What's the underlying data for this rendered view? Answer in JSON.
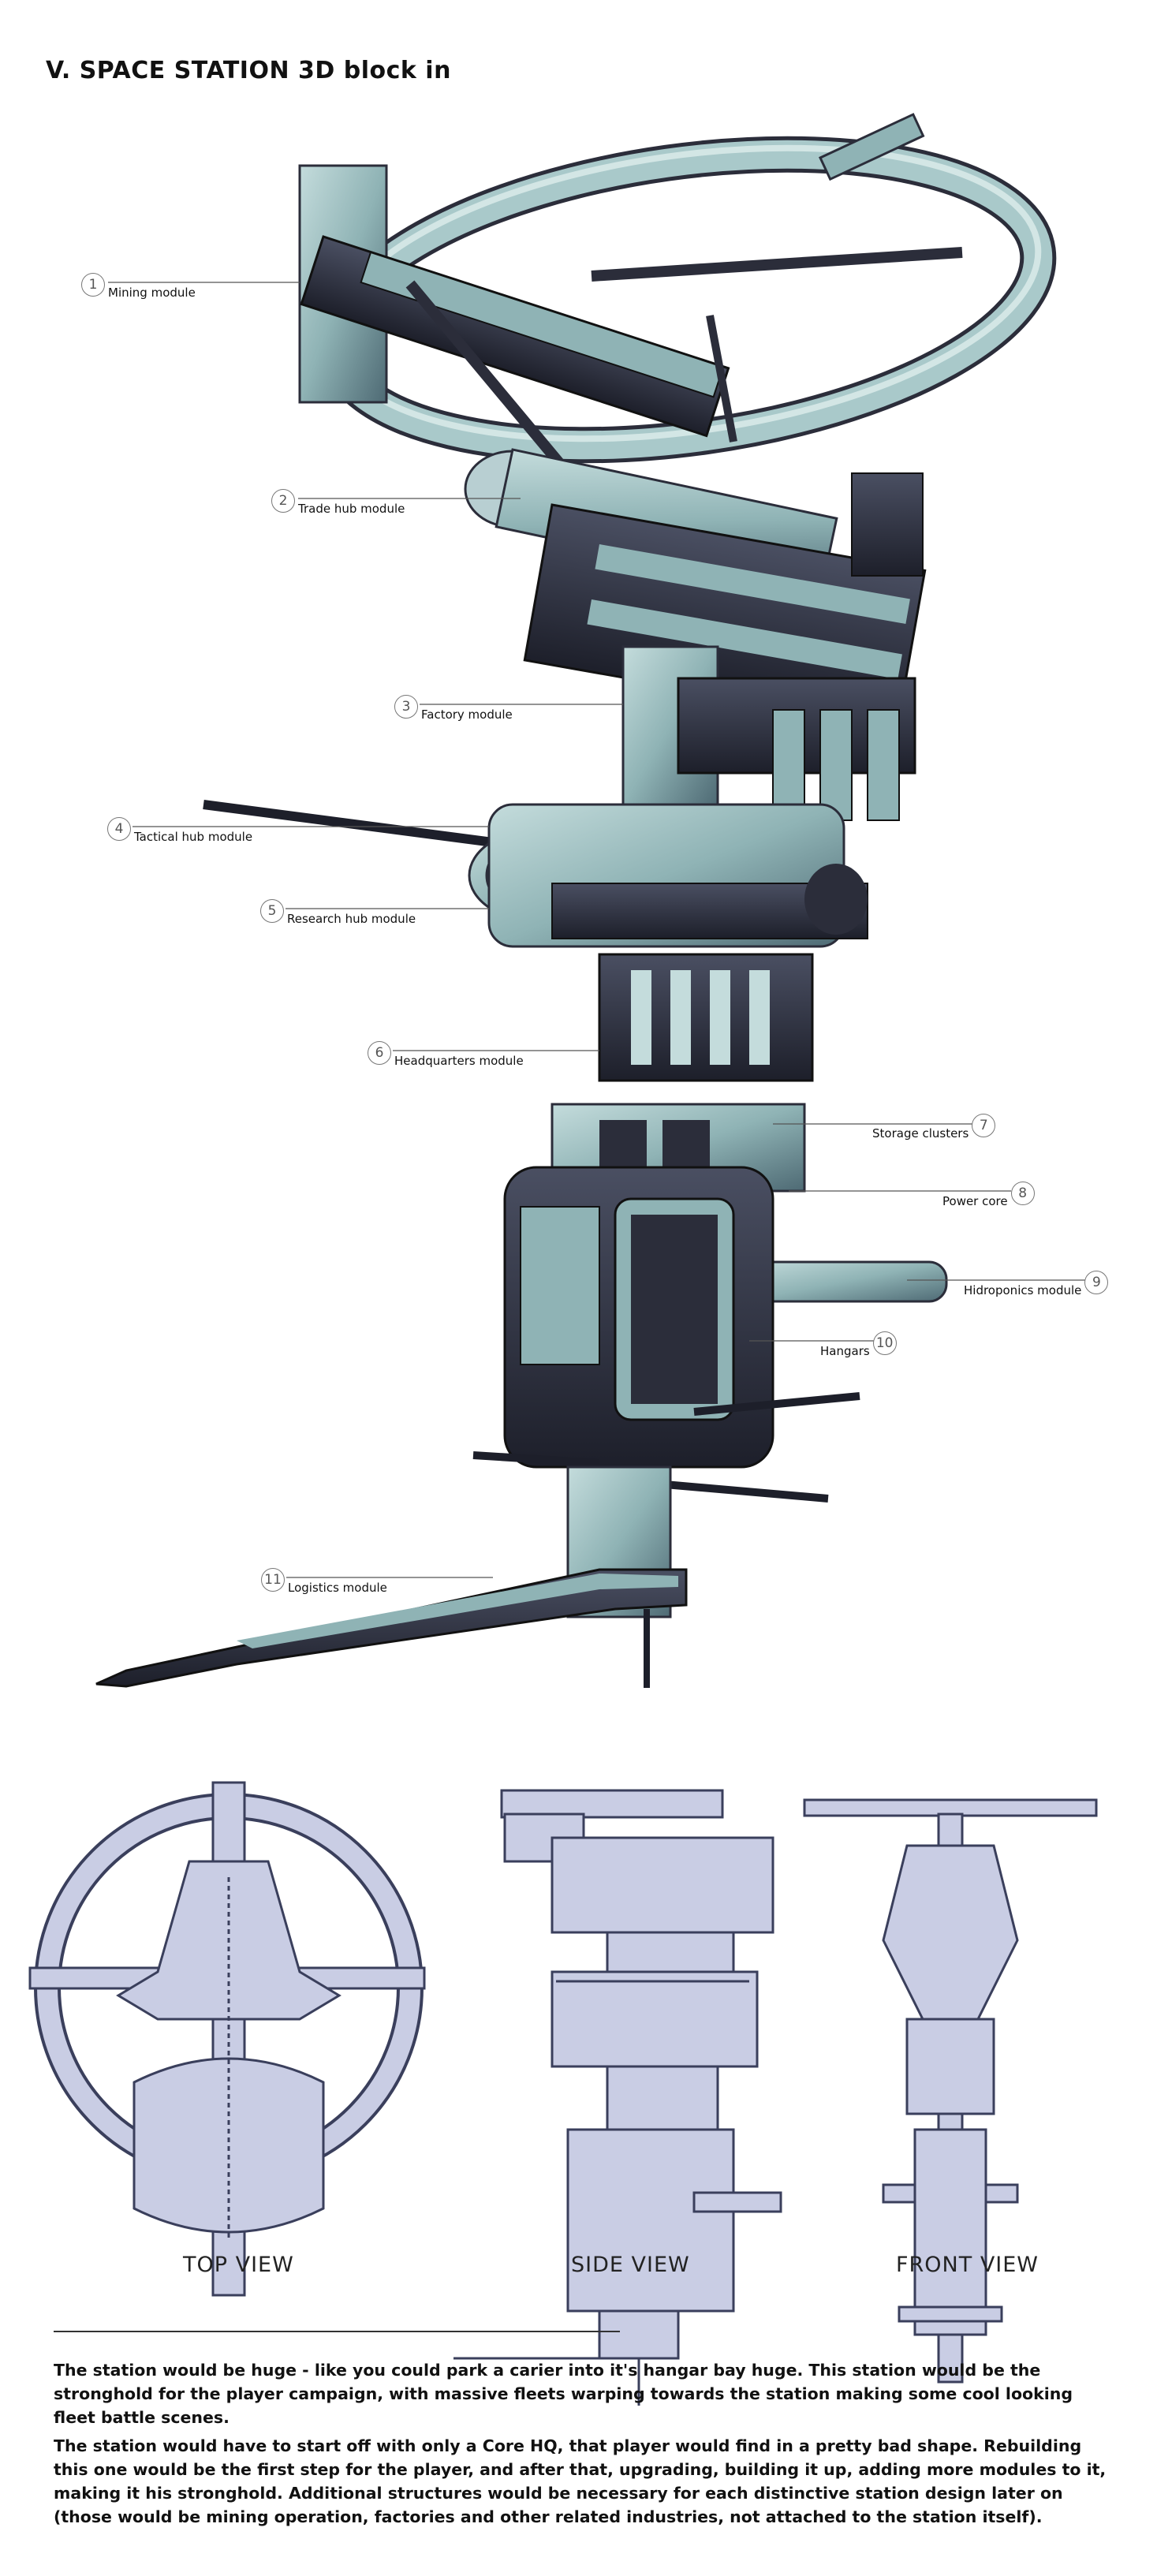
{
  "title": "V. SPACE STATION 3D block in",
  "callouts": [
    {
      "number": "1",
      "label": "Mining module"
    },
    {
      "number": "2",
      "label": "Trade hub module"
    },
    {
      "number": "3",
      "label": "Factory module"
    },
    {
      "number": "4",
      "label": "Tactical hub module"
    },
    {
      "number": "5",
      "label": "Research hub module"
    },
    {
      "number": "6",
      "label": "Headquarters module"
    },
    {
      "number": "7",
      "label": "Storage clusters"
    },
    {
      "number": "8",
      "label": "Power core"
    },
    {
      "number": "9",
      "label": "Hidroponics module"
    },
    {
      "number": "10",
      "label": "Hangars"
    },
    {
      "number": "11",
      "label": "Logistics module"
    }
  ],
  "views": {
    "top": "TOP VIEW",
    "side": "SIDE VIEW",
    "front": "FRONT VIEW"
  },
  "description": {
    "paragraph1": "The station would be huge - like you could park a carier into it's hangar bay huge. This station would be the stronghold for the player campaign, with massive fleets warping towards the station making some cool looking fleet battle scenes.",
    "paragraph2": "The station would have to start off with only a Core HQ, that player would find in a pretty bad shape. Rebuilding this one would be the first step for the player, and after that, upgrading, building it up, adding more modules to it, making it his stronghold. Additional structures would be necessary for each distinctive station design later on (those would be mining operation, factories and other related industries, not attached to the station itself)."
  },
  "colors": {
    "hull": "#8fb3b5",
    "hull_dark": "#2b2d3a",
    "hull_light": "#c4dcdc",
    "blueprint": "#c9cde4",
    "blueprint_line": "#3a3f5c"
  }
}
